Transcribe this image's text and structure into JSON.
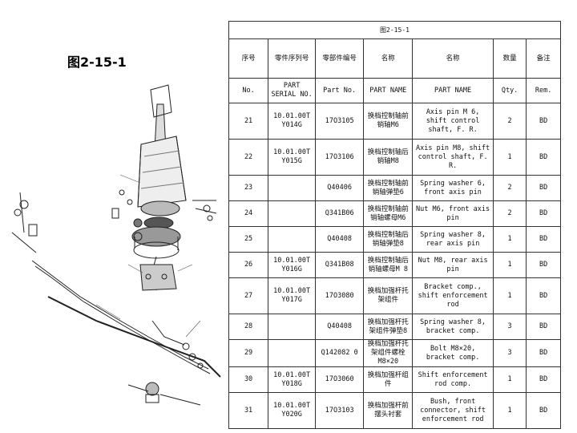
{
  "figure_label": "图2-15-1",
  "table": {
    "title": "图2-15-1",
    "header_cn": [
      "序号",
      "零件序列号",
      "零部件编号",
      "名称",
      "名称",
      "数量",
      "备注"
    ],
    "header_en": [
      "No.",
      "PART SERIAL NO.",
      "Part No.",
      "PART NAME",
      "PART NAME",
      "Qty.",
      "Rem."
    ],
    "rows": [
      {
        "no": "21",
        "serial": "10.01.00T Y014G",
        "part": "17O3105",
        "name_cn": "换档控制轴前销轴M6",
        "name_en": "Axis pin M 6, shift control shaft, F. R.",
        "qty": "2",
        "rem": "BD"
      },
      {
        "no": "22",
        "serial": "10.01.00T Y015G",
        "part": "17O3106",
        "name_cn": "换档控制轴后销轴M8",
        "name_en": "Axis pin M8, shift control shaft, F. R.",
        "qty": "1",
        "rem": "BD"
      },
      {
        "no": "23",
        "serial": "",
        "part": "Q40406",
        "name_cn": "换档控制轴前销轴弹垫6",
        "name_en": "Spring washer 6, front axis pin",
        "qty": "2",
        "rem": "BD"
      },
      {
        "no": "24",
        "serial": "",
        "part": "Q341B06",
        "name_cn": "换档控制轴前销轴螺母M6",
        "name_en": "Nut M6, front axis pin",
        "qty": "2",
        "rem": "BD"
      },
      {
        "no": "25",
        "serial": "",
        "part": "Q40408",
        "name_cn": "换档控制轴后销轴弹垫8",
        "name_en": "Spring washer 8, rear axis pin",
        "qty": "1",
        "rem": "BD"
      },
      {
        "no": "26",
        "serial": "10.01.00T Y016G",
        "part": "Q341B08",
        "name_cn": "换档控制轴后销轴螺母M 8",
        "name_en": "Nut M8, rear axis pin",
        "qty": "1",
        "rem": "BD"
      },
      {
        "no": "27",
        "serial": "10.01.00T Y017G",
        "part": "17O3080",
        "name_cn": "换档加强杆托架组件",
        "name_en": "Bracket comp., shift enforcement rod",
        "qty": "1",
        "rem": "BD"
      },
      {
        "no": "28",
        "serial": "",
        "part": "Q40408",
        "name_cn": "换档加强杆托架组件弹垫8",
        "name_en": "Spring washer 8, bracket comp.",
        "qty": "3",
        "rem": "BD"
      },
      {
        "no": "29",
        "serial": "",
        "part": "Q142082 0",
        "name_cn": "换档加强杆托架组件螺栓M8×20",
        "name_en": "Bolt M8×20, bracket comp.",
        "qty": "3",
        "rem": "BD"
      },
      {
        "no": "30",
        "serial": "10.01.00T Y018G",
        "part": "17O3060",
        "name_cn": "换档加强杆组件",
        "name_en": "Shift enforcement rod comp.",
        "qty": "1",
        "rem": "BD"
      },
      {
        "no": "31",
        "serial": "10.01.00T Y020G",
        "part": "17O3103",
        "name_cn": "换档加强杆前摆头衬套",
        "name_en": "Bush, front connector, shift enforcement rod",
        "qty": "1",
        "rem": "BD"
      }
    ]
  }
}
